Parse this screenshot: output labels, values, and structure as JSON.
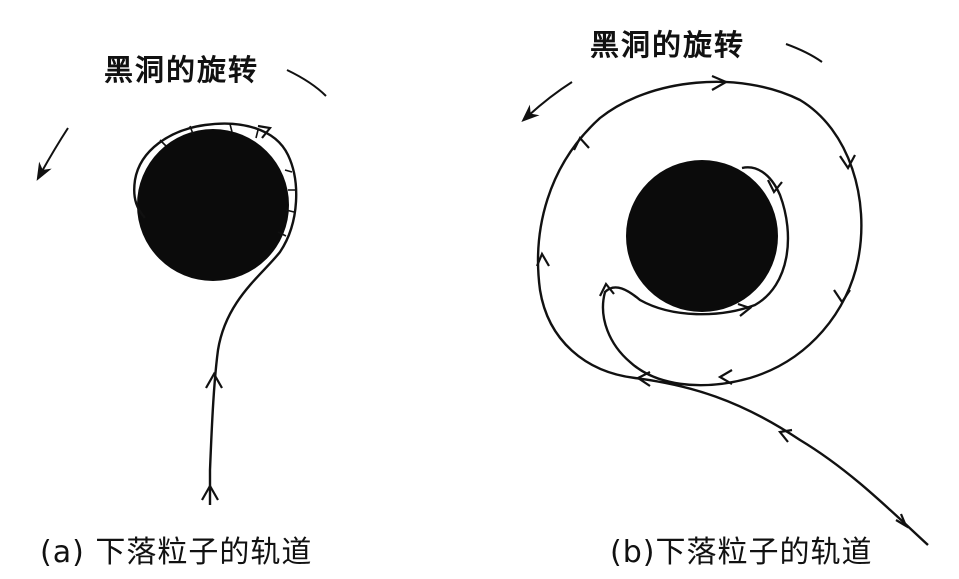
{
  "panels": [
    {
      "id": "a",
      "rotation_label": "黑洞的旋转",
      "caption": "(a) 下落粒子的轨道"
    },
    {
      "id": "b",
      "rotation_label": "黑洞的旋转",
      "caption": "(b)下落粒子的轨道"
    }
  ],
  "colors": {
    "ink": "#111111",
    "background": "#ffffff"
  }
}
